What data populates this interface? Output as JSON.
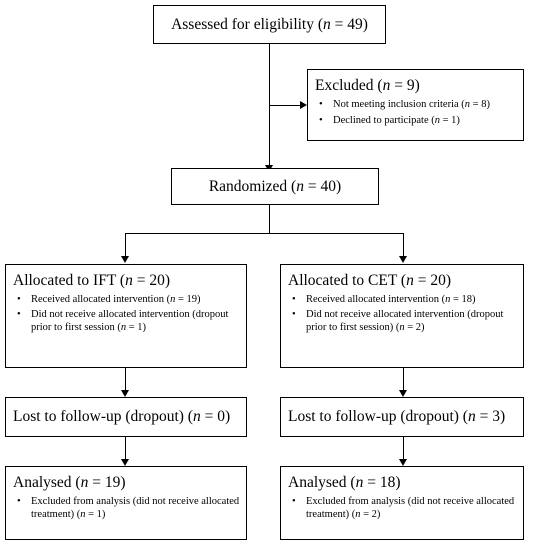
{
  "assessed": {
    "prefix": "Assessed for eligibility (",
    "n": "n",
    "suffix": " = 49)"
  },
  "excluded": {
    "prefix": "Excluded (",
    "n": "n",
    "suffix": " = 9)",
    "items": [
      {
        "text": "Not meeting inclusion criteria (",
        "n": "n",
        "tail": " = 8)"
      },
      {
        "text": "Declined to participate (",
        "n": "n",
        "tail": " = 1)"
      }
    ]
  },
  "randomized": {
    "prefix": "Randomized (",
    "n": "n",
    "suffix": " = 40)"
  },
  "ift": {
    "alloc": {
      "prefix": "Allocated to IFT (",
      "n": "n",
      "suffix": " = 20)",
      "items": [
        {
          "text": "Received allocated intervention (",
          "n": "n",
          "tail": " = 19)"
        },
        {
          "text": "Did not receive allocated intervention (dropout prior to first session (",
          "n": "n",
          "tail": " = 1)"
        }
      ]
    },
    "lost": {
      "prefix": "Lost to follow-up (dropout) (",
      "n": "n",
      "suffix": " = 0)"
    },
    "analysed": {
      "prefix": "Analysed (",
      "n": "n",
      "suffix": " = 19)",
      "items": [
        {
          "text": "Excluded from analysis (did not receive allocated treatment) (",
          "n": "n",
          "tail": " = 1)"
        }
      ]
    }
  },
  "cet": {
    "alloc": {
      "prefix": "Allocated to CET (",
      "n": "n",
      "suffix": " = 20)",
      "items": [
        {
          "text": "Received allocated intervention (",
          "n": "n",
          "tail": " = 18)"
        },
        {
          "text": "Did not receive allocated intervention (dropout prior to first session) (",
          "n": "n",
          "tail": " = 2)"
        }
      ]
    },
    "lost": {
      "prefix": "Lost to follow-up (dropout) (",
      "n": "n",
      "suffix": " = 3)"
    },
    "analysed": {
      "prefix": "Analysed (",
      "n": "n",
      "suffix": " = 18)",
      "items": [
        {
          "text": "Excluded from analysis (did not receive allocated treatment) (",
          "n": "n",
          "tail": " = 2)"
        }
      ]
    }
  },
  "bullet_glyph": "•"
}
